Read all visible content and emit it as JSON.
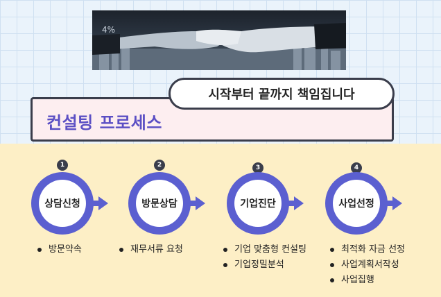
{
  "header": {
    "image_label": "4%",
    "subtitle": "시작부터 끝까지 책임집니다",
    "title": "컨설팅 프로세스"
  },
  "steps": [
    {
      "number": "1",
      "label": "상담신청",
      "details": [
        "방문약속"
      ]
    },
    {
      "number": "2",
      "label": "방문상담",
      "details": [
        "재무서류 요청"
      ]
    },
    {
      "number": "3",
      "label": "기업진단",
      "details": [
        "기업 맞춤형 컨설팅",
        "기업정밀분석"
      ]
    },
    {
      "number": "4",
      "label": "사업선정",
      "details": [
        "최적화 자금 선정",
        "사업계획서작성",
        "사업집행"
      ]
    }
  ],
  "colors": {
    "accent": "#5b5fd0",
    "title_text": "#5b4fc4",
    "title_box_bg": "#fdeef0",
    "panel_bg": "#fdefc6",
    "outline": "#3a3d4b"
  }
}
